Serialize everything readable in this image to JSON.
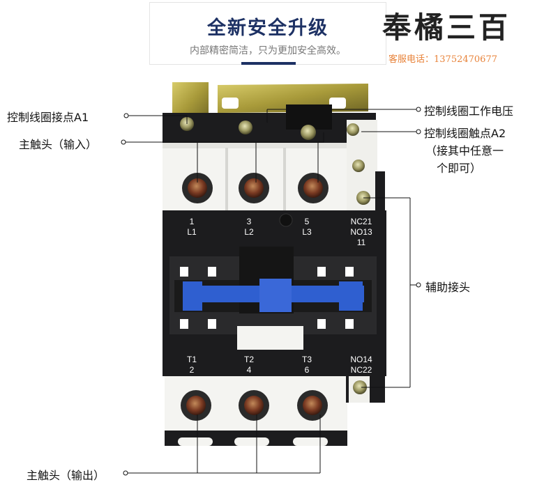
{
  "header": {
    "title": "全新安全升级",
    "subtitle": "内部精密简洁，只为更加安全高效。"
  },
  "brand": {
    "name": "奉橘三百",
    "service": "客服电话：13752470677"
  },
  "labels": {
    "coil_a1": "控制线圈接点A1",
    "main_input": "主触头（输入）",
    "coil_voltage": "控制线圈工作电压",
    "coil_a2_line1": "控制线圈触点A2",
    "coil_a2_line2": "（接其中任意一",
    "coil_a2_line3": "个即可）",
    "aux_contact": "辅助接头",
    "main_output": "主触头（输出）"
  },
  "terminals": {
    "top": [
      {
        "num": "1",
        "name": "L1"
      },
      {
        "num": "3",
        "name": "L2"
      },
      {
        "num": "5",
        "name": "L3"
      }
    ],
    "top_aux": [
      "NC21",
      "NO13",
      "11"
    ],
    "bottom": [
      {
        "name": "T1",
        "num": "2"
      },
      {
        "name": "T2",
        "num": "4"
      },
      {
        "name": "T3",
        "num": "6"
      }
    ],
    "bottom_aux": [
      "NO14",
      "NC22"
    ]
  },
  "colors": {
    "title": "#1d3164",
    "service": "#e8833a",
    "blue_slider": "#2f5fd0",
    "housing": "#1c1c1e",
    "terminal_block": "#f4f4f1"
  }
}
